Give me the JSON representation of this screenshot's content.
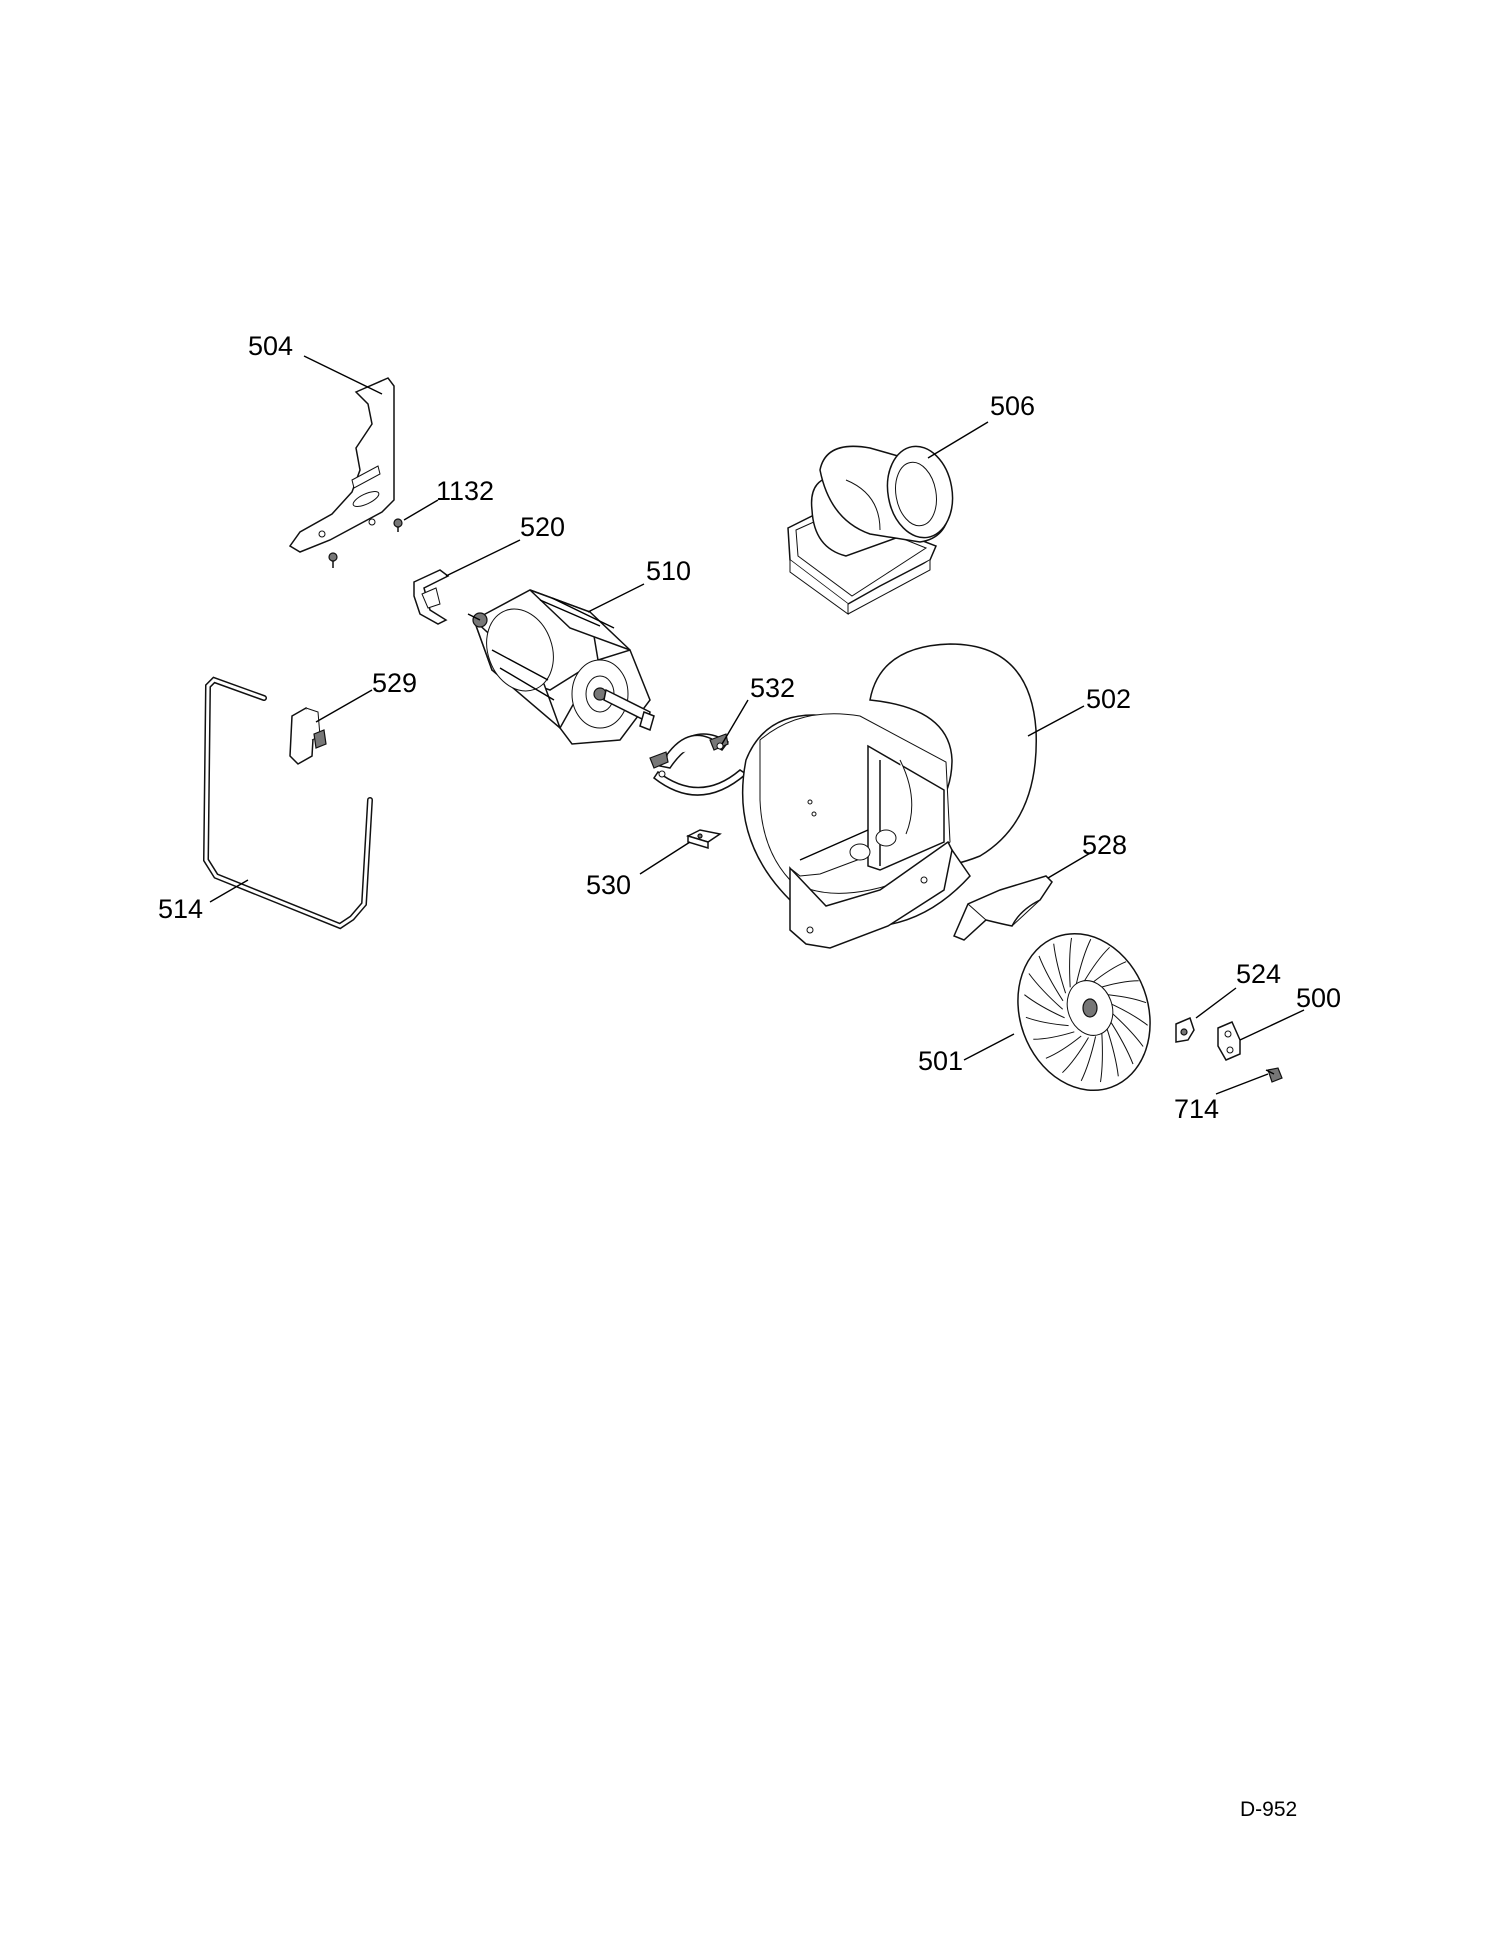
{
  "labels": {
    "p504": "504",
    "p506": "506",
    "p1132": "1132",
    "p520": "520",
    "p510": "510",
    "p529": "529",
    "p532": "532",
    "p502": "502",
    "p514": "514",
    "p530": "530",
    "p528": "528",
    "p524": "524",
    "p500": "500",
    "p501": "501",
    "p714": "714"
  },
  "drawing_id": "D-952"
}
